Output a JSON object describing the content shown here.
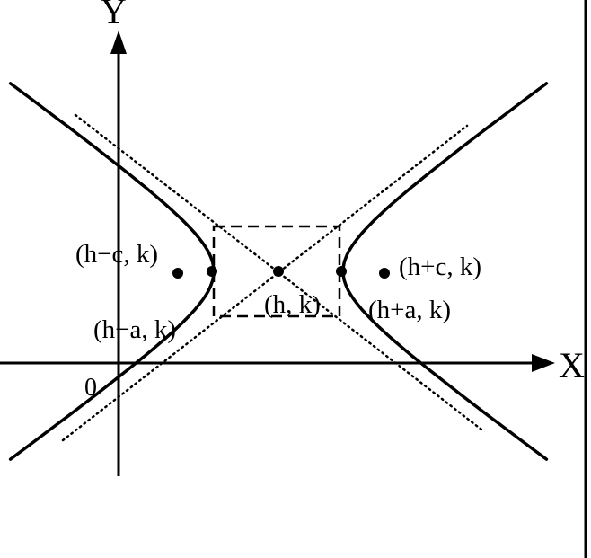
{
  "axes": {
    "x_label": "X",
    "y_label": "Y",
    "origin_label": "0"
  },
  "points": {
    "center": "(h, k)",
    "left_focus": "(h−c, k)",
    "right_focus": "(h+c, k)",
    "left_vertex": "(h−a, k)",
    "right_vertex": "(h+a, k)"
  },
  "colors": {
    "ink": "#000000",
    "background": "#ffffff"
  }
}
